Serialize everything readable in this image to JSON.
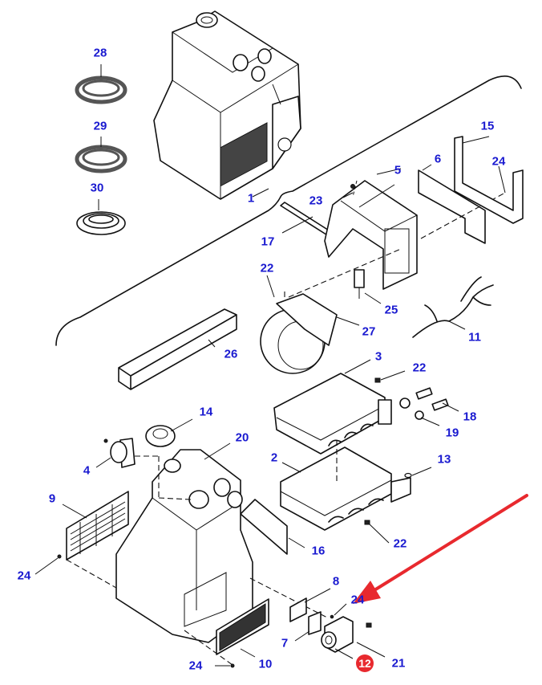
{
  "diagram": {
    "title": "Cab heater / air-conditioning unit exploded view",
    "highlight_color": "#e8292e",
    "label_color": "#1a1ad0",
    "highlighted_part": "12",
    "callouts": [
      {
        "id": "c28",
        "text": "28"
      },
      {
        "id": "c29",
        "text": "29"
      },
      {
        "id": "c30",
        "text": "30"
      },
      {
        "id": "c1",
        "text": "1"
      },
      {
        "id": "c15",
        "text": "15"
      },
      {
        "id": "c6",
        "text": "6"
      },
      {
        "id": "c24a",
        "text": "24"
      },
      {
        "id": "c5",
        "text": "5"
      },
      {
        "id": "c23",
        "text": "23"
      },
      {
        "id": "c17",
        "text": "17"
      },
      {
        "id": "c22a",
        "text": "22"
      },
      {
        "id": "c25",
        "text": "25"
      },
      {
        "id": "c27",
        "text": "27"
      },
      {
        "id": "c11",
        "text": "11"
      },
      {
        "id": "c26",
        "text": "26"
      },
      {
        "id": "c3",
        "text": "3"
      },
      {
        "id": "c22b",
        "text": "22"
      },
      {
        "id": "c18",
        "text": "18"
      },
      {
        "id": "c19",
        "text": "19"
      },
      {
        "id": "c14",
        "text": "14"
      },
      {
        "id": "c20",
        "text": "20"
      },
      {
        "id": "c4",
        "text": "4"
      },
      {
        "id": "c2",
        "text": "2"
      },
      {
        "id": "c13",
        "text": "13"
      },
      {
        "id": "c9",
        "text": "9"
      },
      {
        "id": "c16",
        "text": "16"
      },
      {
        "id": "c22c",
        "text": "22"
      },
      {
        "id": "c24b",
        "text": "24"
      },
      {
        "id": "c8",
        "text": "8"
      },
      {
        "id": "c24c",
        "text": "24"
      },
      {
        "id": "c7",
        "text": "7"
      },
      {
        "id": "c24d",
        "text": "24"
      },
      {
        "id": "c10",
        "text": "10"
      },
      {
        "id": "c12",
        "text": "12"
      },
      {
        "id": "c21",
        "text": "21"
      }
    ]
  }
}
